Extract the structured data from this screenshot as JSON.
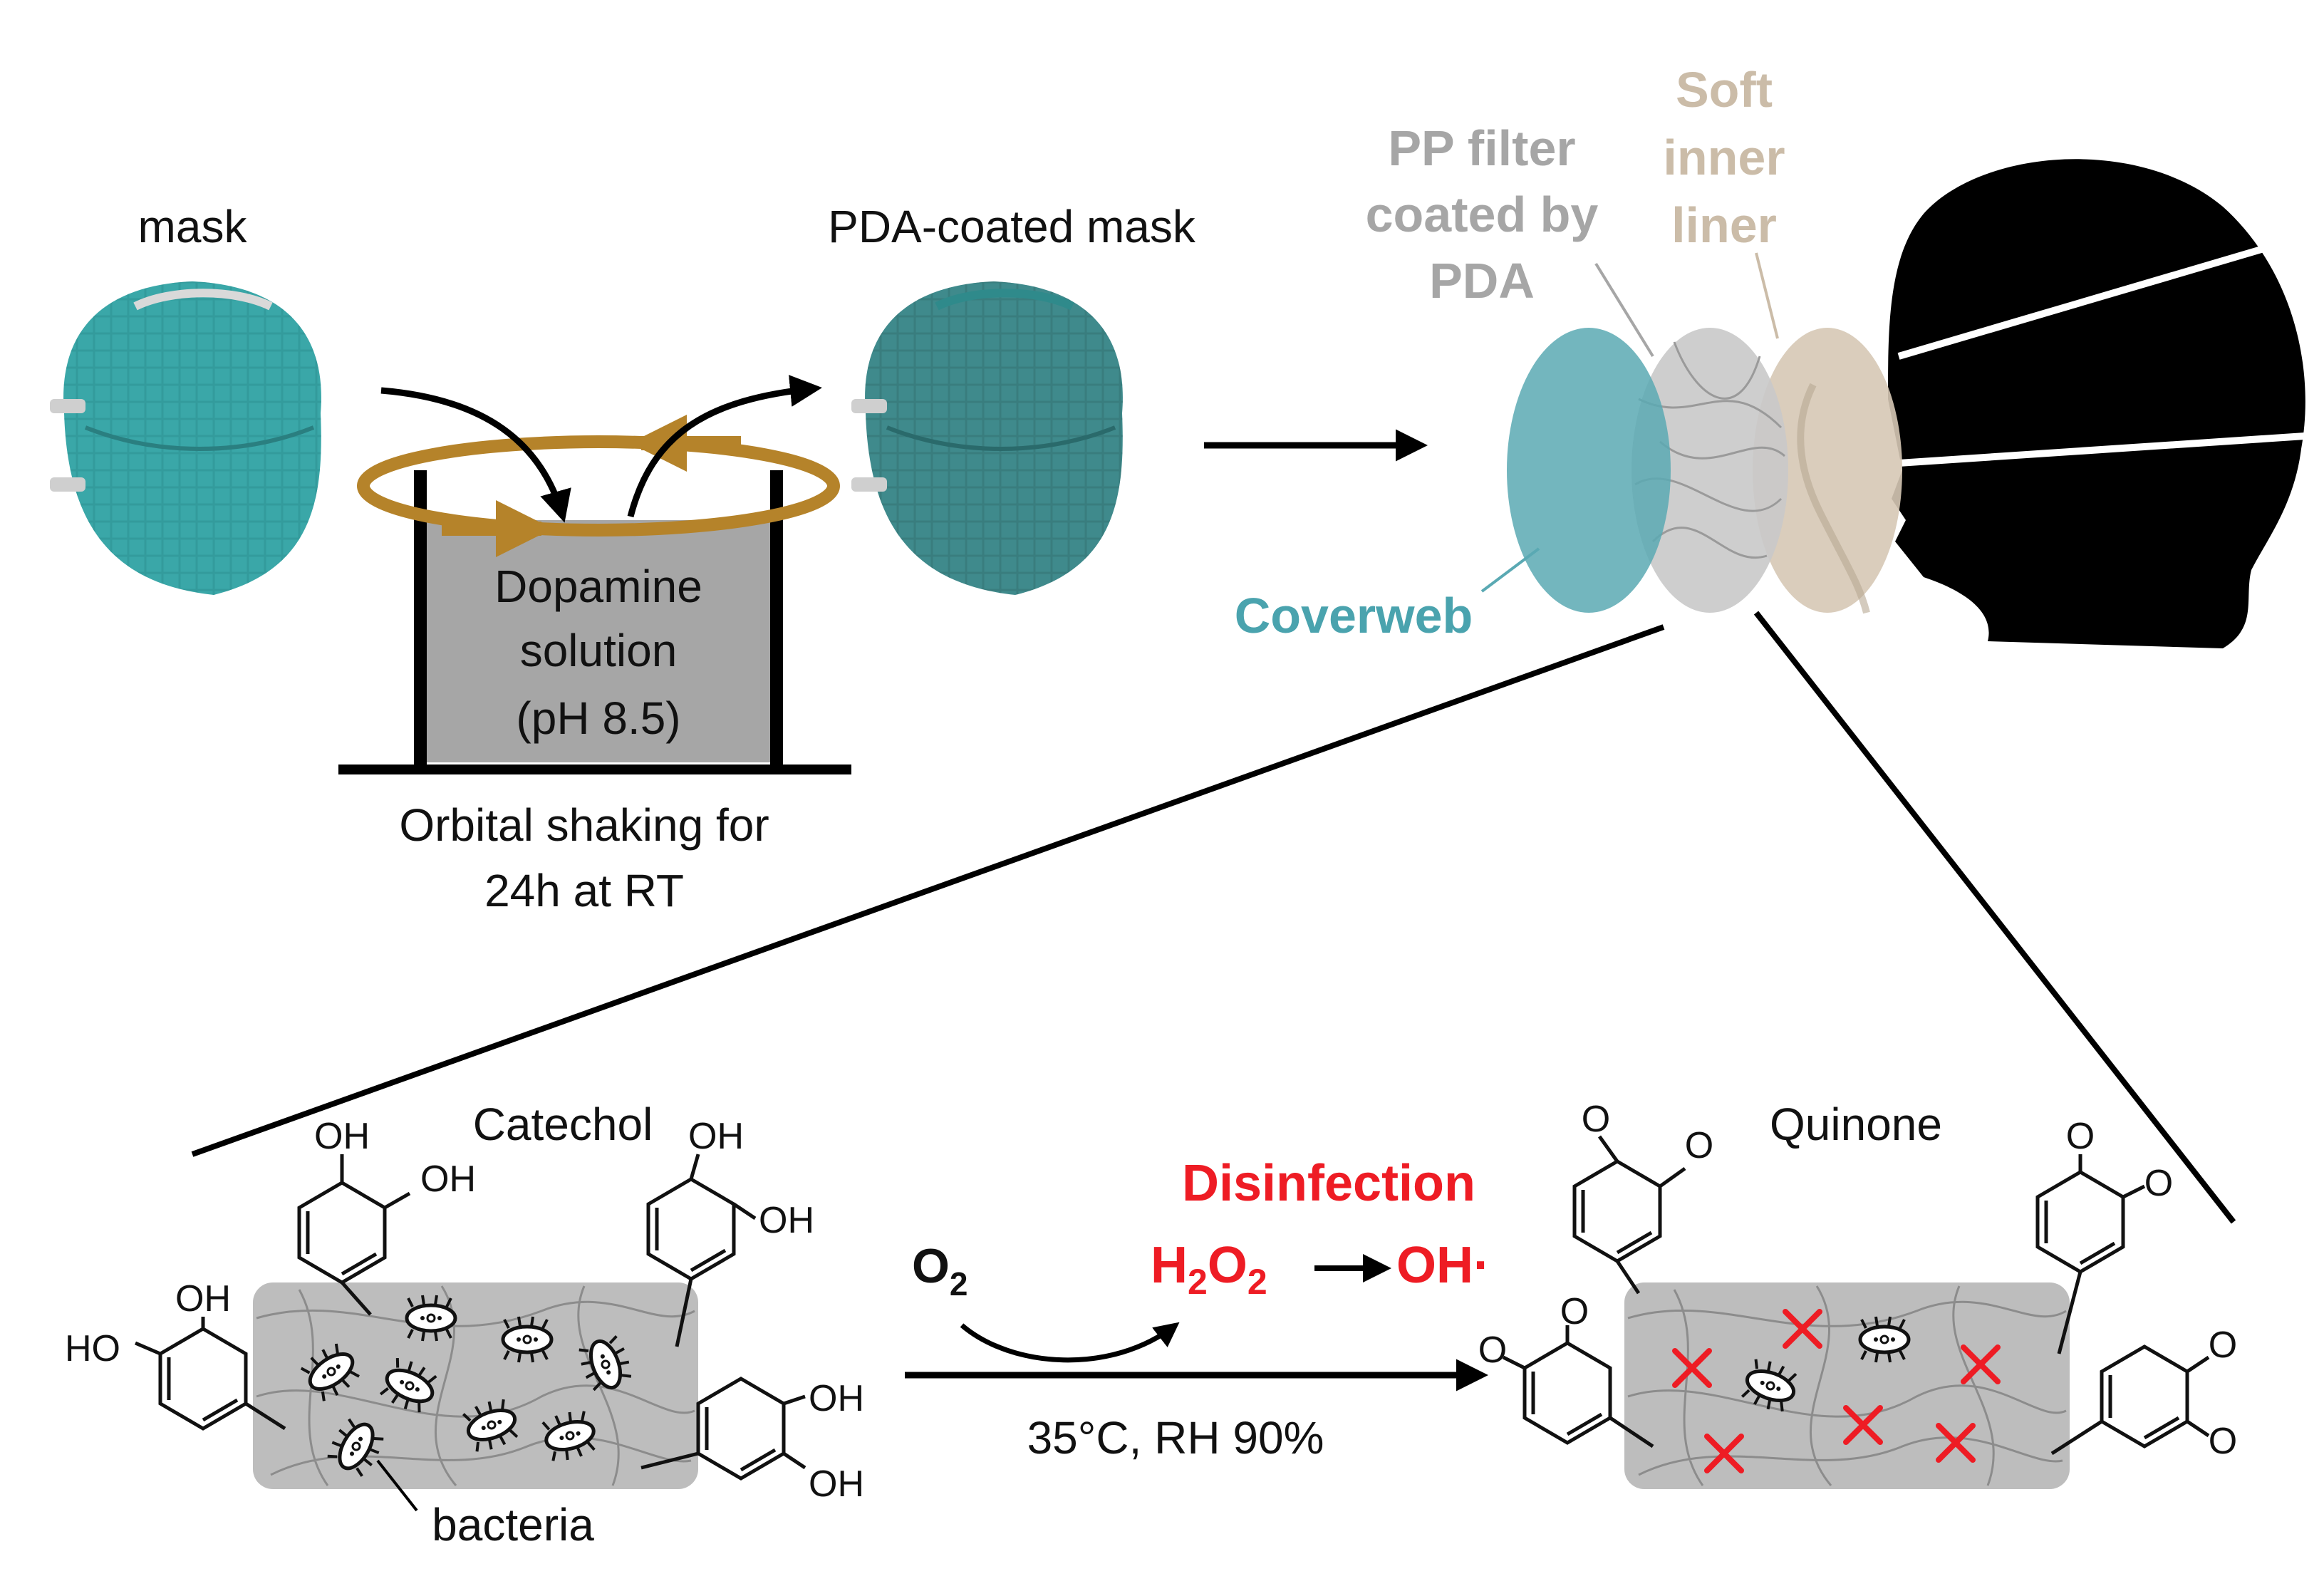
{
  "labels": {
    "mask": "mask",
    "pda_mask": "PDA-coated mask",
    "dopamine_1": "Dopamine",
    "dopamine_2": "solution",
    "dopamine_3": "(pH 8.5)",
    "shaking_1": "Orbital shaking for",
    "shaking_2": "24h at RT",
    "pp_1": "PP filter",
    "pp_2": "coated by",
    "pp_3": "PDA",
    "soft_1": "Soft",
    "soft_2": "inner",
    "soft_3": "liner",
    "coverweb": "Coverweb",
    "catechol": "Catechol",
    "quinone": "Quinone",
    "bacteria": "bacteria",
    "disinfection": "Disinfection",
    "h2o2_h": "H",
    "h2o2_2a": "2",
    "h2o2_o": "O",
    "h2o2_2b": "2",
    "oh_radical": "OH·",
    "o2_o": "O",
    "o2_2": "2",
    "conditions": "35°C, RH 90%",
    "oh": "OH",
    "ho": "HO",
    "o": "O"
  },
  "colors": {
    "teal_mask": "#3aa7a8",
    "coated_mask": "#3f8a8c",
    "coverweb": "#5aa9b3",
    "pp_filter": "#c9c9c9",
    "pp_text": "#a6a6a6",
    "liner": "#d6c8b5",
    "liner_text": "#cbbca8",
    "head": "#000000",
    "orbit": "#b5832a",
    "solution": "#a6a6a6",
    "tray": "#bdbdbd",
    "red": "#ee1c24"
  }
}
